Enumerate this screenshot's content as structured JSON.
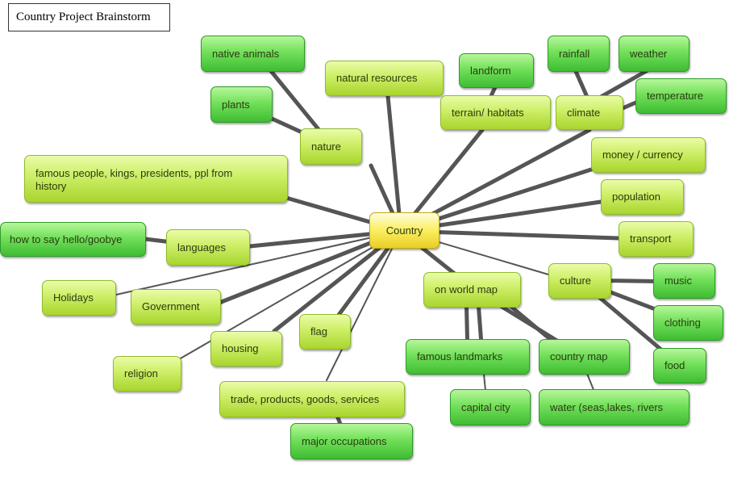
{
  "title": "Country Project Brainstorm",
  "center": "Country",
  "nodes": {
    "native_animals": "native animals",
    "natural_resources": "natural resources",
    "landform": "landform",
    "rainfall": "rainfall",
    "weather": "weather",
    "plants": "plants",
    "terrain_habitats": "terrain/ habitats",
    "climate": "climate",
    "temperature": "temperature",
    "nature": "nature",
    "money_currency": "money / currency",
    "famous_people": "famous people, kings, presidents, ppl from history",
    "population": "population",
    "how_to_say_hello": "how to say hello/goobye",
    "languages": "languages",
    "transport": "transport",
    "culture": "culture",
    "music": "music",
    "on_world_map": "on world map",
    "holidays": "Holidays",
    "government": "Government",
    "clothing": "clothing",
    "flag": "flag",
    "housing": "housing",
    "religion": "religion",
    "famous_landmarks": "famous landmarks",
    "country_map": "country map",
    "food": "food",
    "trade": "trade, products, goods, services",
    "capital_city": "capital city",
    "water": "water (seas,lakes, rivers",
    "major_occupations": "major occupations"
  },
  "colors": {
    "lime_node": "#cdee66",
    "green_node": "#72e05a",
    "center_node": "#fbf06a",
    "connector": "#555555"
  }
}
